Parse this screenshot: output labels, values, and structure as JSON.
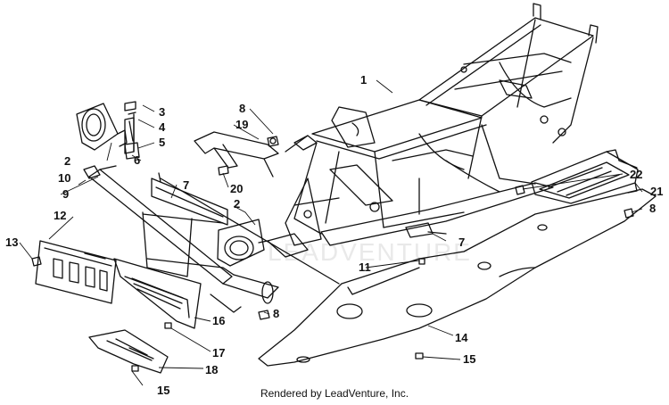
{
  "diagram": {
    "footer_text": "Rendered by LeadVenture, Inc.",
    "watermark_text": "LEADVENTURE",
    "line_color": "#111111",
    "callouts": [
      {
        "id": "c1",
        "label": "1"
      },
      {
        "id": "c2a",
        "label": "2"
      },
      {
        "id": "c2b",
        "label": "2"
      },
      {
        "id": "c3",
        "label": "3"
      },
      {
        "id": "c4",
        "label": "4"
      },
      {
        "id": "c5",
        "label": "5"
      },
      {
        "id": "c6",
        "label": "6"
      },
      {
        "id": "c7a",
        "label": "7"
      },
      {
        "id": "c7b",
        "label": "7"
      },
      {
        "id": "c8a",
        "label": "8"
      },
      {
        "id": "c8b",
        "label": "8"
      },
      {
        "id": "c8c",
        "label": "8"
      },
      {
        "id": "c9",
        "label": "9"
      },
      {
        "id": "c10",
        "label": "10"
      },
      {
        "id": "c11",
        "label": "11"
      },
      {
        "id": "c12",
        "label": "12"
      },
      {
        "id": "c13",
        "label": "13"
      },
      {
        "id": "c14",
        "label": "14"
      },
      {
        "id": "c15a",
        "label": "15"
      },
      {
        "id": "c15b",
        "label": "15"
      },
      {
        "id": "c16",
        "label": "16"
      },
      {
        "id": "c17",
        "label": "17"
      },
      {
        "id": "c18",
        "label": "18"
      },
      {
        "id": "c19",
        "label": "19"
      },
      {
        "id": "c20",
        "label": "20"
      },
      {
        "id": "c21",
        "label": "21"
      },
      {
        "id": "c22",
        "label": "22"
      }
    ]
  }
}
